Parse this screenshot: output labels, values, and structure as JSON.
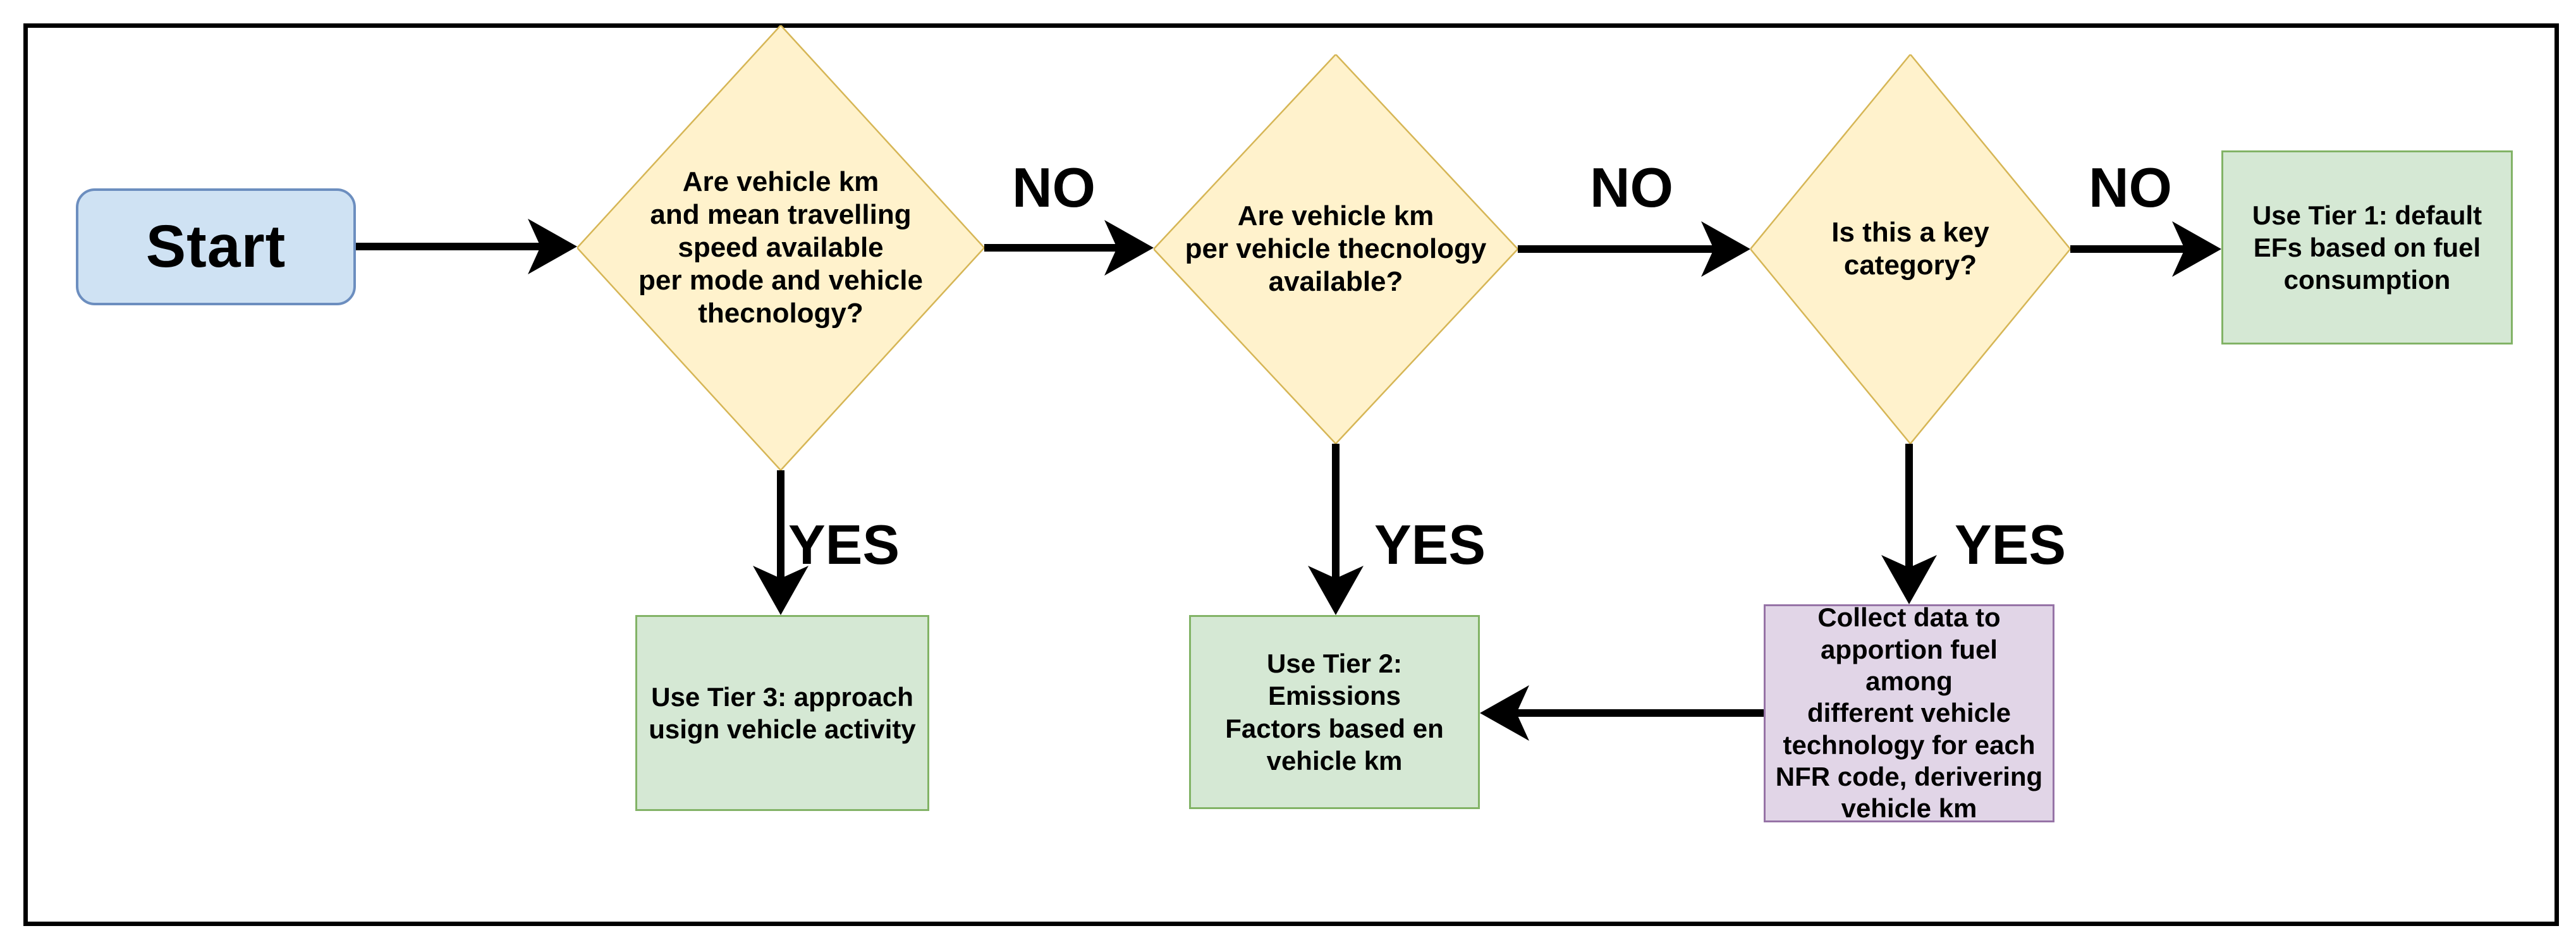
{
  "diagram": {
    "type": "flowchart",
    "background_color": "#ffffff",
    "frame_border_color": "#000000"
  },
  "colors": {
    "decision_fill": "#fff2cc",
    "decision_stroke": "#d6b656",
    "tier_box_fill": "#d5e8d4",
    "tier_box_stroke": "#82b366",
    "collect_box_fill": "#e1d5e7",
    "collect_box_stroke": "#9673a6",
    "start_fill": "#cfe2f3",
    "start_stroke": "#6c8ebf",
    "arrow_color": "#000000",
    "text_color": "#000000"
  },
  "nodes": {
    "start": {
      "shape": "rounded-rectangle",
      "label": "Start"
    },
    "decision1": {
      "shape": "diamond",
      "label": "Are vehicle km\nand mean travelling\nspeed available\nper mode and vehicle\nthecnology?"
    },
    "decision2": {
      "shape": "diamond",
      "label": "Are vehicle km\nper vehicle thecnology\navailable?"
    },
    "decision3": {
      "shape": "diamond",
      "label": "Is this a key\ncategory?"
    },
    "tier1": {
      "shape": "rectangle",
      "label": "Use Tier 1: default\nEFs based on fuel\nconsumption"
    },
    "tier3": {
      "shape": "rectangle",
      "label": "Use Tier 3: approach\nusign vehicle activity"
    },
    "tier2": {
      "shape": "rectangle",
      "label": "Use Tier 2: Emissions\nFactors based en\nvehicle km"
    },
    "collect": {
      "shape": "rectangle",
      "label": "Collect data to\napportion fuel among\ndifferent vehicle\ntechnology for each\nNFR code, derivering\nvehicle km"
    }
  },
  "edges": {
    "start_to_d1": {
      "from": "start",
      "to": "decision1",
      "label": ""
    },
    "d1_to_d2": {
      "from": "decision1",
      "to": "decision2",
      "label": "NO"
    },
    "d2_to_d3": {
      "from": "decision2",
      "to": "decision3",
      "label": "NO"
    },
    "d3_to_tier1": {
      "from": "decision3",
      "to": "tier1",
      "label": "NO"
    },
    "d1_to_tier3": {
      "from": "decision1",
      "to": "tier3",
      "label": "YES"
    },
    "d2_to_tier2": {
      "from": "decision2",
      "to": "tier2",
      "label": "YES"
    },
    "d3_to_collect": {
      "from": "decision3",
      "to": "collect",
      "label": "YES"
    },
    "collect_to_tier2": {
      "from": "collect",
      "to": "tier2",
      "label": ""
    }
  }
}
